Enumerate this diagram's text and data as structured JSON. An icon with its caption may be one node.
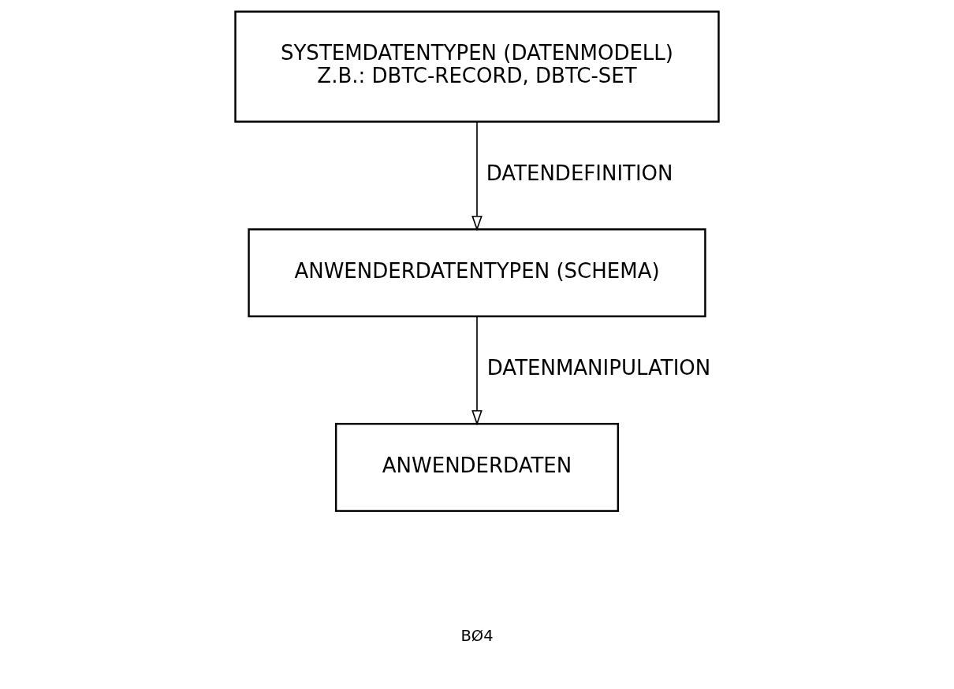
{
  "diagram": {
    "nodes": [
      {
        "text": [
          "SYSTEMDATENTYPEN (DATENMODELL)",
          "Z.B.: DBTC-RECORD, DBTC-SET"
        ]
      },
      {
        "text": [
          "ANWENDERDATENTYPEN (SCHEMA)"
        ]
      },
      {
        "text": [
          "ANWENDERDATEN"
        ]
      }
    ],
    "edges": [
      {
        "from": 0,
        "to": 1,
        "arrow": "to",
        "label": "DATENDEFINITION"
      },
      {
        "from": 1,
        "to": 2,
        "arrow": "to",
        "label": "DATENMANIPULATION"
      }
    ],
    "labels": [
      "BØ4"
    ]
  }
}
